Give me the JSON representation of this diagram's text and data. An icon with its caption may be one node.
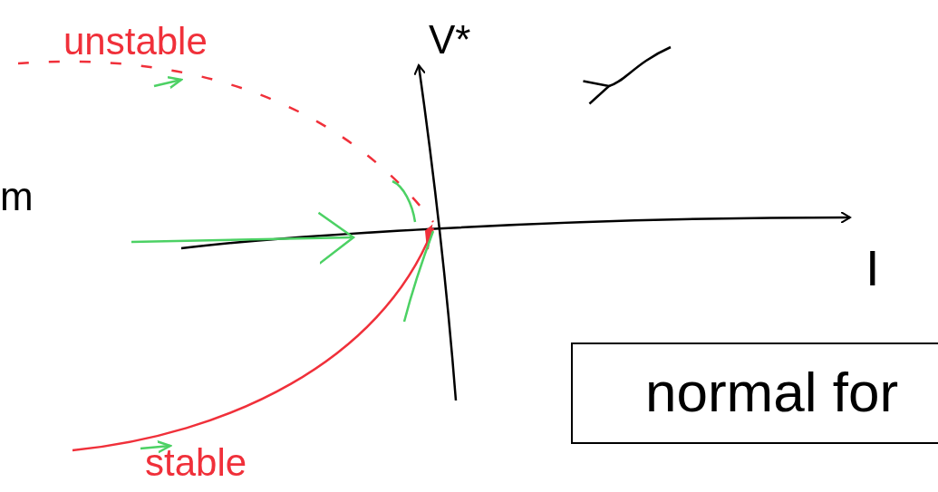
{
  "diagram": {
    "nodes": [
      {
        "text": [
          "normal for"
        ]
      }
    ],
    "labels": [
      "unstable",
      "V*",
      "m",
      "I",
      "stable"
    ]
  }
}
